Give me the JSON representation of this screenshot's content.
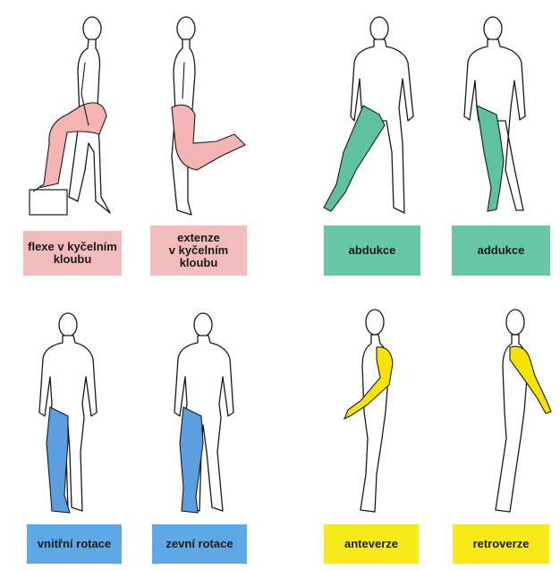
{
  "colors": {
    "pink": "#f4b4b4",
    "green": "#5ec2a2",
    "blue": "#5b9fe0",
    "yellow": "#f6e400",
    "label_pink": "#f2bcbc",
    "label_green": "#68c7a8",
    "label_blue": "#5ea8e6",
    "label_yellow": "#f8ea1a"
  },
  "labels": {
    "flexe": [
      "flexe v kyčelním",
      "kloubu"
    ],
    "extenze": [
      "extenze",
      "v kyčelním",
      "kloubu"
    ],
    "abdukce": "abdukce",
    "addukce": "addukce",
    "vnitrni_rotace": "vnitřní rotace",
    "zevni_rotace": "zevní rotace",
    "anteverze": "anteverze",
    "retroverze": "retroverze"
  }
}
